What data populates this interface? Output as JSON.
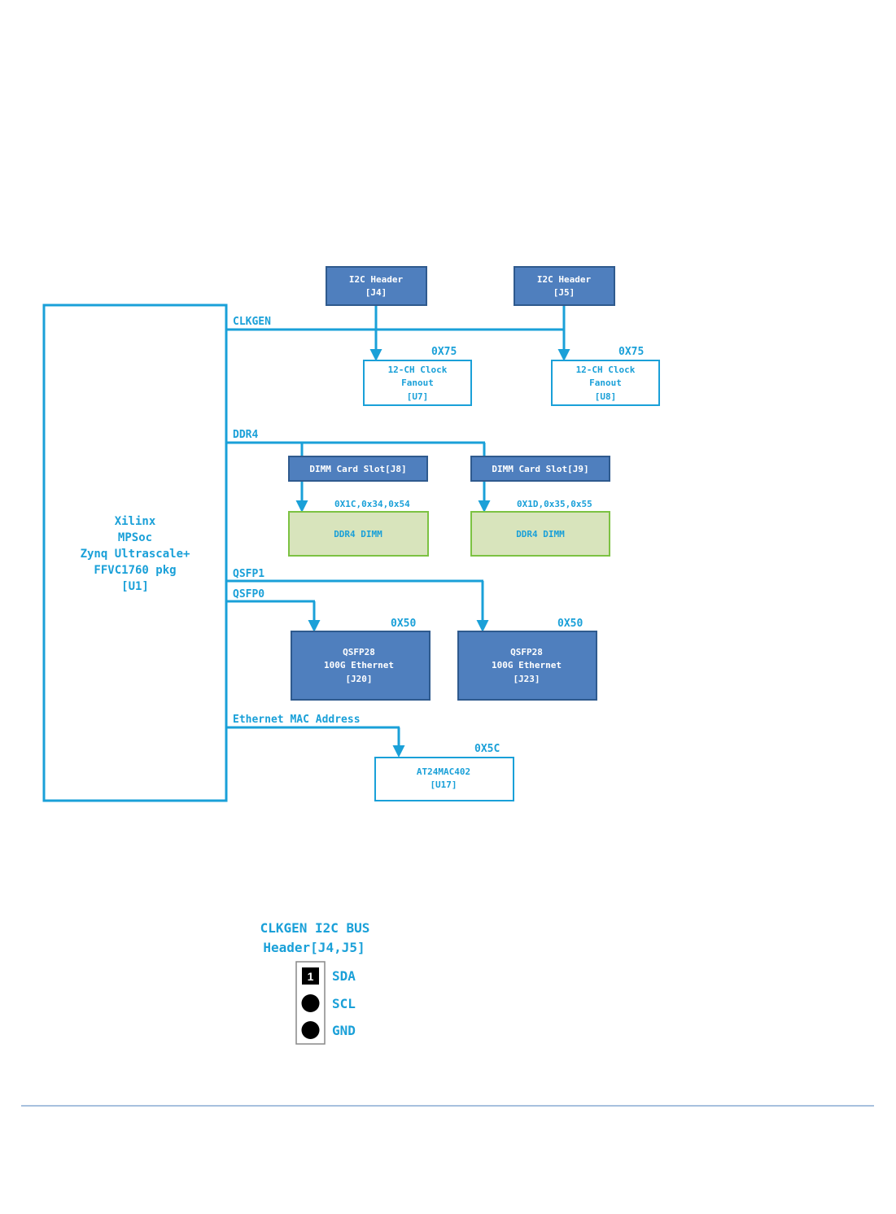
{
  "colors": {
    "line": "#1aa0d8",
    "dark_box_fill": "#4f7fbe",
    "dark_box_stroke": "#2f5a8e",
    "dimm_fill": "#d8e4bc",
    "dimm_stroke": "#7cc242",
    "footer_rule": "#4f81bd"
  },
  "soc": {
    "line1": "Xilinx",
    "line2": "MPSoc",
    "line3": "Zynq Ultrascale+",
    "line4": "FFVC1760 pkg",
    "line5": "[U1]"
  },
  "buses": {
    "clkgen": "CLKGEN",
    "ddr4": "DDR4",
    "qsfp1": "QSFP1",
    "qsfp0": "QSFP0",
    "eth_mac": "Ethernet MAC Address"
  },
  "i2c_header_j4": {
    "line1": "I2C Header",
    "line2": "[J4]"
  },
  "i2c_header_j5": {
    "line1": "I2C Header",
    "line2": "[J5]"
  },
  "clock_fanout_u7": {
    "addr": "0X75",
    "line1": "12-CH Clock",
    "line2": "Fanout",
    "line3": "[U7]"
  },
  "clock_fanout_u8": {
    "addr": "0X75",
    "line1": "12-CH Clock",
    "line2": "Fanout",
    "line3": "[U8]"
  },
  "dimm_slot_j8": {
    "label": "DIMM Card Slot[J8]"
  },
  "dimm_slot_j9": {
    "label": "DIMM Card Slot[J9]"
  },
  "ddr4_dimm_1": {
    "addr": "0X1C,0x34,0x54",
    "label": "DDR4 DIMM"
  },
  "ddr4_dimm_2": {
    "addr": "0X1D,0x35,0x55",
    "label": "DDR4 DIMM"
  },
  "qsfp_j20": {
    "addr": "0X50",
    "line1": "QSFP28",
    "line2": "100G Ethernet",
    "line3": "[J20]"
  },
  "qsfp_j23": {
    "addr": "0X50",
    "line1": "QSFP28",
    "line2": "100G Ethernet",
    "line3": "[J23]"
  },
  "eeprom_u17": {
    "addr": "0X5C",
    "line1": "AT24MAC402",
    "line2": "[U17]"
  },
  "header_pinout": {
    "title_line1": "CLKGEN I2C BUS",
    "title_line2": "Header[J4,J5]",
    "pin1_number": "1",
    "pins": [
      "SDA",
      "SCL",
      "GND"
    ]
  }
}
